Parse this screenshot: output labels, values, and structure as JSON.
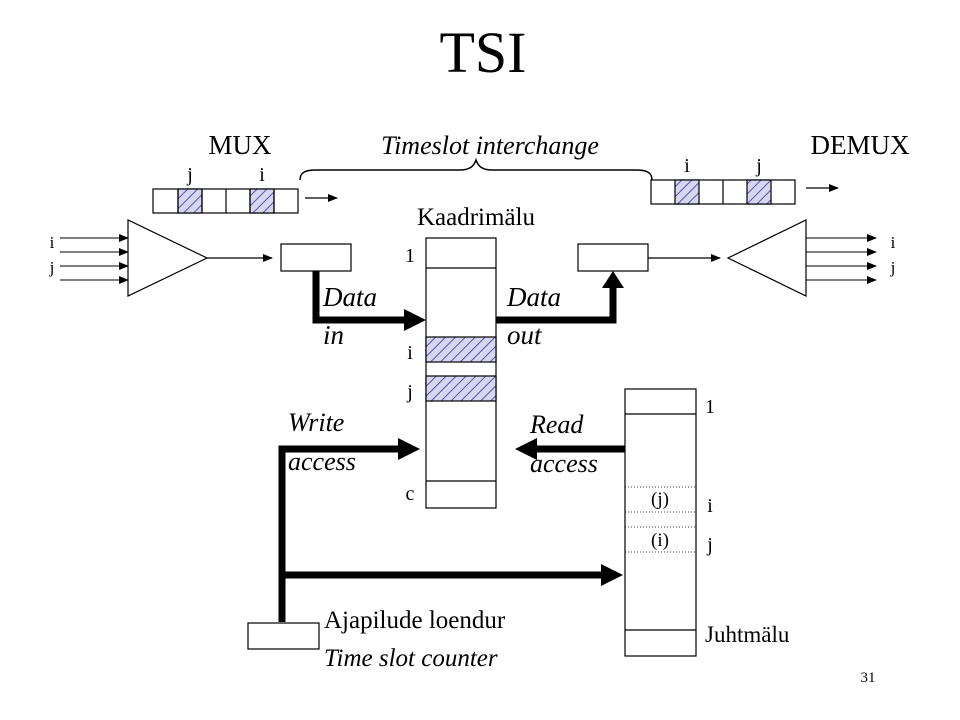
{
  "title": "TSI",
  "mux_label": "MUX",
  "demux_label": "DEMUX",
  "timeslot_interchange_label": "Timeslot interchange",
  "mux_frame_labels": {
    "j": "j",
    "i": "i"
  },
  "demux_frame_labels": {
    "i": "i",
    "j": "j"
  },
  "mux_inputs": [
    "i",
    "j"
  ],
  "demux_outputs": [
    "i",
    "j"
  ],
  "speech_memory": {
    "label": "Kaadrimälu",
    "row_labels": {
      "first": "1",
      "i": "i",
      "j": "j",
      "last": "c"
    }
  },
  "data_in_label": [
    "Data",
    "in"
  ],
  "data_out_label": [
    "Data",
    "out"
  ],
  "write_access_label": [
    "Write",
    "access"
  ],
  "read_access_label": [
    "Read",
    "access"
  ],
  "control_memory": {
    "label": "Juhtmälu",
    "row_labels": {
      "first": "1",
      "i": "i",
      "j": "j"
    },
    "cell_values": {
      "row_i": "(j)",
      "row_j": "(i)"
    }
  },
  "counter_label_et": "Ajapilude loendur",
  "counter_label_en": "Time slot counter",
  "page_number": "31",
  "colors": {
    "hatch": "#3333aa",
    "hatch_bg": "#d6d6ee",
    "line": "#000000"
  }
}
